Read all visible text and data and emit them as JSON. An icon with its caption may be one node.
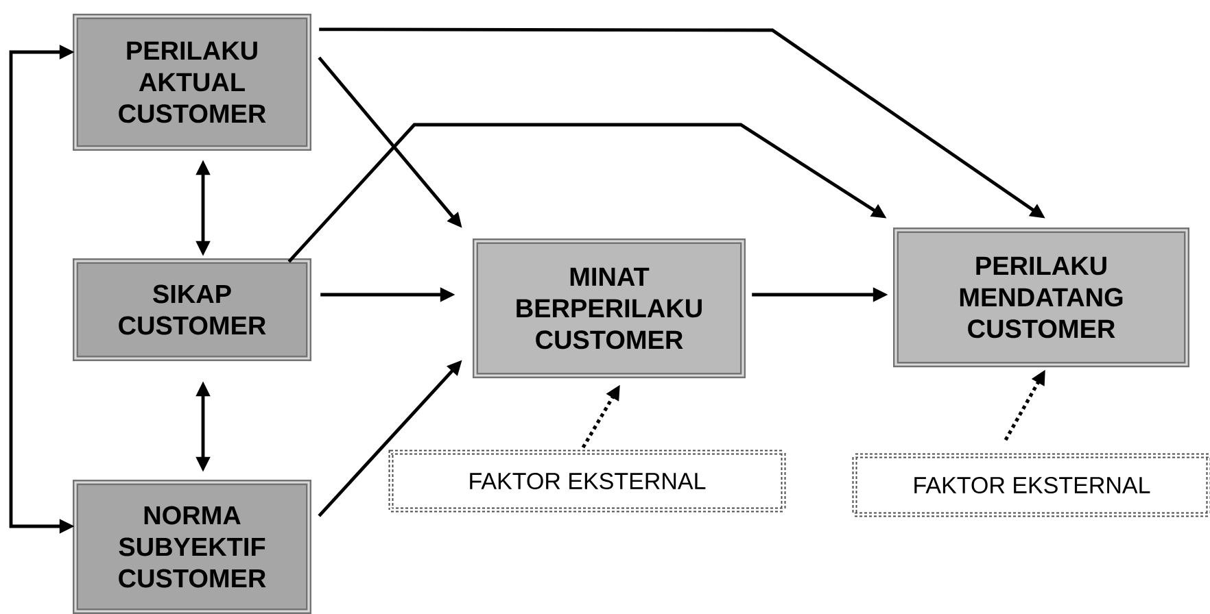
{
  "diagram": {
    "nodes": [
      {
        "text": [
          "PERILAKU AKTUAL CUSTOMER"
        ]
      },
      {
        "text": [
          "SIKAP CUSTOMER"
        ]
      },
      {
        "text": [
          "NORMA SUBYEKTIF CUSTOMER"
        ]
      },
      {
        "text": [
          "MINAT BERPERILAKU CUSTOMER"
        ]
      },
      {
        "text": [
          "PERILAKU MENDATANG CUSTOMER"
        ]
      },
      {
        "text": [
          "FAKTOR EKSTERNAL"
        ]
      },
      {
        "text": [
          "FAKTOR EKSTERNAL"
        ]
      }
    ],
    "edges": [
      {
        "from": 0,
        "to": 3,
        "arrow": "to"
      },
      {
        "from": 0,
        "to": 4,
        "arrow": "to"
      },
      {
        "from": 1,
        "to": 4,
        "arrow": "to"
      },
      {
        "from": 1,
        "to": 3,
        "arrow": "to"
      },
      {
        "from": 2,
        "to": 3,
        "arrow": "to"
      },
      {
        "from": 3,
        "to": 4,
        "arrow": "to"
      },
      {
        "from": 0,
        "to": 1,
        "arrow": "both"
      },
      {
        "from": 1,
        "to": 2,
        "arrow": "both"
      },
      {
        "from": 0,
        "to": 2,
        "arrow": "both"
      },
      {
        "from": 5,
        "to": 3,
        "arrow": "to",
        "style": "dashed"
      },
      {
        "from": 6,
        "to": 4,
        "arrow": "to",
        "style": "dashed"
      }
    ]
  }
}
